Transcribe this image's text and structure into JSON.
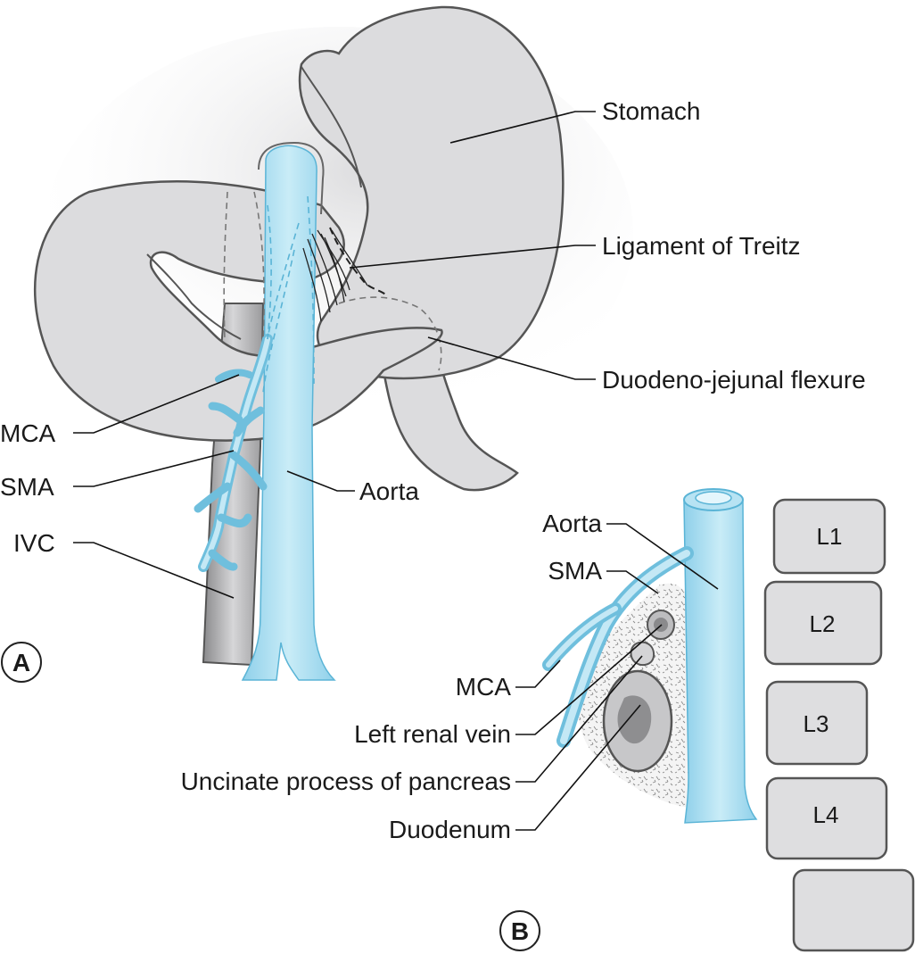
{
  "panels": {
    "a": "A",
    "b": "B"
  },
  "figure_a": {
    "stomach": "Stomach",
    "ligament": "Ligament of Treitz",
    "flexure": "Duodeno-jejunal flexure",
    "mca": "MCA",
    "sma": "SMA",
    "ivc": "IVC",
    "aorta": "Aorta"
  },
  "figure_b": {
    "aorta": "Aorta",
    "sma": "SMA",
    "mca": "MCA",
    "renal_vein": "Left renal vein",
    "uncinate": "Uncinate process of pancreas",
    "duodenum": "Duodenum",
    "vertebrae": [
      "L1",
      "L2",
      "L3",
      "L4"
    ]
  },
  "colors": {
    "vessel": "#a9dcee",
    "vessel_edge": "#6fbfdd",
    "organ": "#dcdcde",
    "outline": "#555555"
  }
}
